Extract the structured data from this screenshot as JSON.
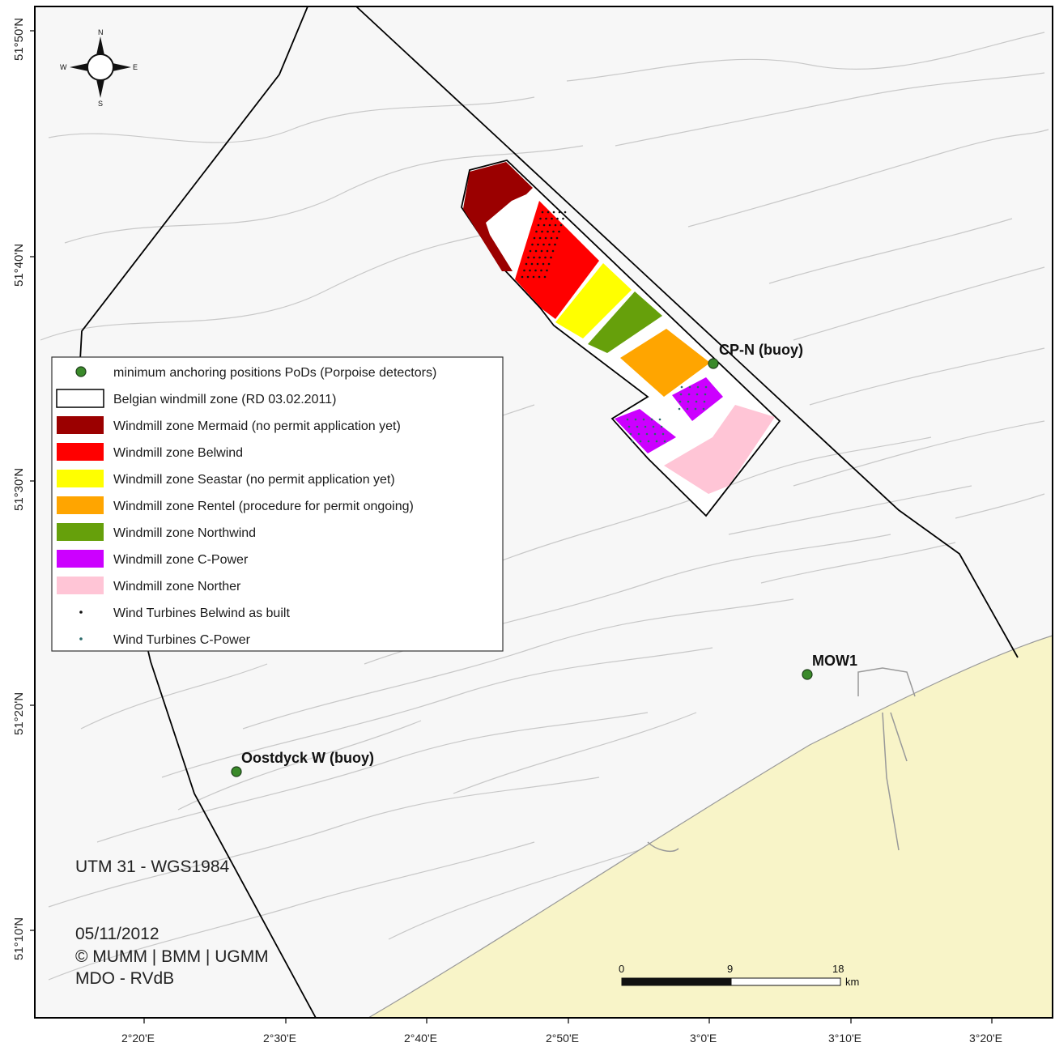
{
  "colors": {
    "sea": "#f7f7f7",
    "land": "#f8f4c8",
    "coastline": "#999999",
    "boundary": "#000000",
    "marker": "#3a8a2a"
  },
  "axes": {
    "latitude_labels": [
      "51°50'N",
      "51°40'N",
      "51°30'N",
      "51°20'N",
      "51°10'N"
    ],
    "longitude_labels": [
      "2°20'E",
      "2°30'E",
      "2°40'E",
      "2°50'E",
      "3°0'E",
      "3°10'E",
      "3°20'E"
    ]
  },
  "compass": {
    "icon": "compass-rose-icon",
    "n": "N",
    "s": "S",
    "e": "E",
    "w": "W"
  },
  "zones": [
    {
      "name": "Mermaid",
      "color": "#9b0000"
    },
    {
      "name": "Belwind",
      "color": "#ff0000"
    },
    {
      "name": "Seastar",
      "color": "#ffff00"
    },
    {
      "name": "Northwind",
      "color": "#66a00b"
    },
    {
      "name": "Rentel",
      "color": "#ffa500"
    },
    {
      "name": "C-Power",
      "color": "#cc00ff"
    },
    {
      "name": "Norther",
      "color": "#ffc5d6"
    }
  ],
  "sites": [
    {
      "label": "CP-N (buoy)"
    },
    {
      "label": "MOW1"
    },
    {
      "label": "Oostdyck W (buoy)"
    }
  ],
  "legend": {
    "items": [
      {
        "symbol": "dot",
        "color": "#3a8a2a",
        "label": "minimum anchoring positions PoDs (Porpoise detectors)"
      },
      {
        "symbol": "box",
        "color": "#ffffff",
        "label": "Belgian windmill zone (RD 03.02.2011)"
      },
      {
        "symbol": "box",
        "color": "#9b0000",
        "label": "Windmill zone Mermaid (no permit application yet)"
      },
      {
        "symbol": "box",
        "color": "#ff0000",
        "label": "Windmill zone Belwind"
      },
      {
        "symbol": "box",
        "color": "#ffff00",
        "label": "Windmill zone Seastar (no permit application yet)"
      },
      {
        "symbol": "box",
        "color": "#ffa500",
        "label": "Windmill zone Rentel (procedure for permit ongoing)"
      },
      {
        "symbol": "box",
        "color": "#66a00b",
        "label": "Windmill zone Northwind"
      },
      {
        "symbol": "box",
        "color": "#cc00ff",
        "label": "Windmill zone C-Power"
      },
      {
        "symbol": "box",
        "color": "#ffc5d6",
        "label": "Windmill zone Norther"
      },
      {
        "symbol": "point",
        "color": "#111111",
        "label": "Wind Turbines Belwind as built"
      },
      {
        "symbol": "point",
        "color": "#2a6a6a",
        "label": "Wind Turbines C-Power"
      }
    ]
  },
  "projection": "UTM 31 - WGS1984",
  "credits": {
    "date": "05/11/2012",
    "agencies": "© MUMM | BMM | UGMM",
    "author": "MDO - RVdB"
  },
  "scale": {
    "labels": [
      "0",
      "9",
      "18"
    ],
    "unit": "km"
  }
}
